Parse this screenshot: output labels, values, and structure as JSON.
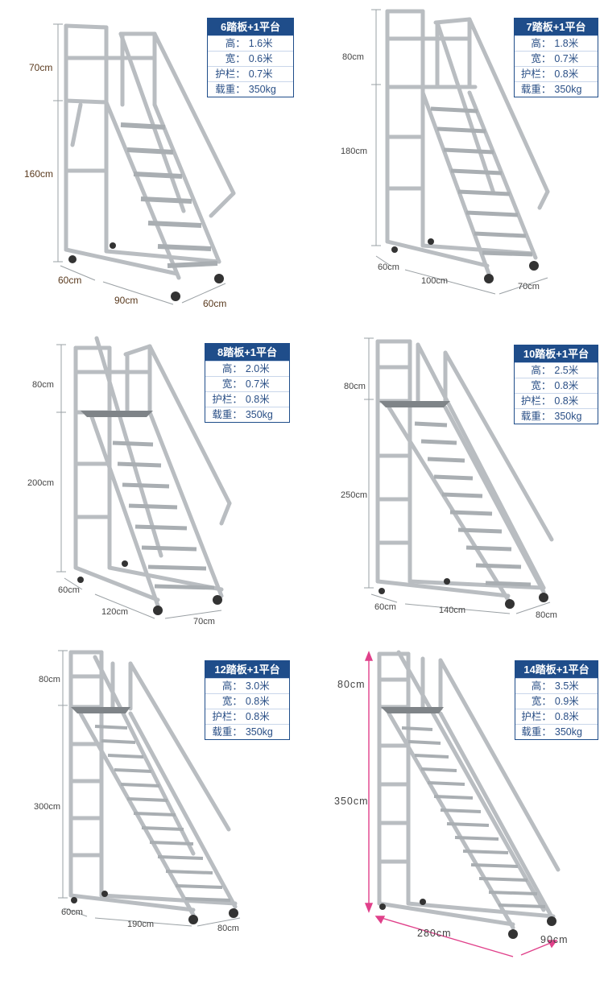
{
  "colors": {
    "frame": "#b8bcc0",
    "frame_dark": "#8d9296",
    "header": "#1f4d8a",
    "label": "#2a4f86",
    "highlight": "#e0408a"
  },
  "ladders": [
    {
      "title": "6踏板+1平台",
      "specs": [
        {
          "k": "高：",
          "v": "1.6米"
        },
        {
          "k": "宽：",
          "v": "0.6米"
        },
        {
          "k": "护栏：",
          "v": "0.7米"
        },
        {
          "k": "载重：",
          "v": "350kg"
        }
      ],
      "dims": {
        "rail": "70cm",
        "height": "160cm",
        "depth": "60cm",
        "length": "90cm",
        "width": "60cm"
      }
    },
    {
      "title": "7踏板+1平台",
      "specs": [
        {
          "k": "高：",
          "v": "1.8米"
        },
        {
          "k": "宽：",
          "v": "0.7米"
        },
        {
          "k": "护栏：",
          "v": "0.8米"
        },
        {
          "k": "载重：",
          "v": "350kg"
        }
      ],
      "dims": {
        "rail": "80cm",
        "height": "180cm",
        "depth": "60cm",
        "length": "100cm",
        "width": "70cm"
      }
    },
    {
      "title": "8踏板+1平台",
      "specs": [
        {
          "k": "高：",
          "v": "2.0米"
        },
        {
          "k": "宽：",
          "v": "0.7米"
        },
        {
          "k": "护栏：",
          "v": "0.8米"
        },
        {
          "k": "载重：",
          "v": "350kg"
        }
      ],
      "dims": {
        "rail": "80cm",
        "height": "200cm",
        "depth": "60cm",
        "length": "120cm",
        "width": "70cm"
      }
    },
    {
      "title": "10踏板+1平台",
      "specs": [
        {
          "k": "高：",
          "v": "2.5米"
        },
        {
          "k": "宽：",
          "v": "0.8米"
        },
        {
          "k": "护栏：",
          "v": "0.8米"
        },
        {
          "k": "载重：",
          "v": "350kg"
        }
      ],
      "dims": {
        "rail": "80cm",
        "height": "250cm",
        "depth": "60cm",
        "length": "140cm",
        "width": "80cm"
      }
    },
    {
      "title": "12踏板+1平台",
      "specs": [
        {
          "k": "高：",
          "v": "3.0米"
        },
        {
          "k": "宽：",
          "v": "0.8米"
        },
        {
          "k": "护栏：",
          "v": "0.8米"
        },
        {
          "k": "载重：",
          "v": "350kg"
        }
      ],
      "dims": {
        "rail": "80cm",
        "height": "300cm",
        "depth": "60cm",
        "length": "190cm",
        "width": "80cm"
      }
    },
    {
      "title": "14踏板+1平台",
      "specs": [
        {
          "k": "高：",
          "v": "3.5米"
        },
        {
          "k": "宽：",
          "v": "0.9米"
        },
        {
          "k": "护栏：",
          "v": "0.8米"
        },
        {
          "k": "载重：",
          "v": "350kg"
        }
      ],
      "dims": {
        "rail": "80cm",
        "height": "350cm",
        "length": "280cm",
        "width": "90cm"
      }
    }
  ]
}
